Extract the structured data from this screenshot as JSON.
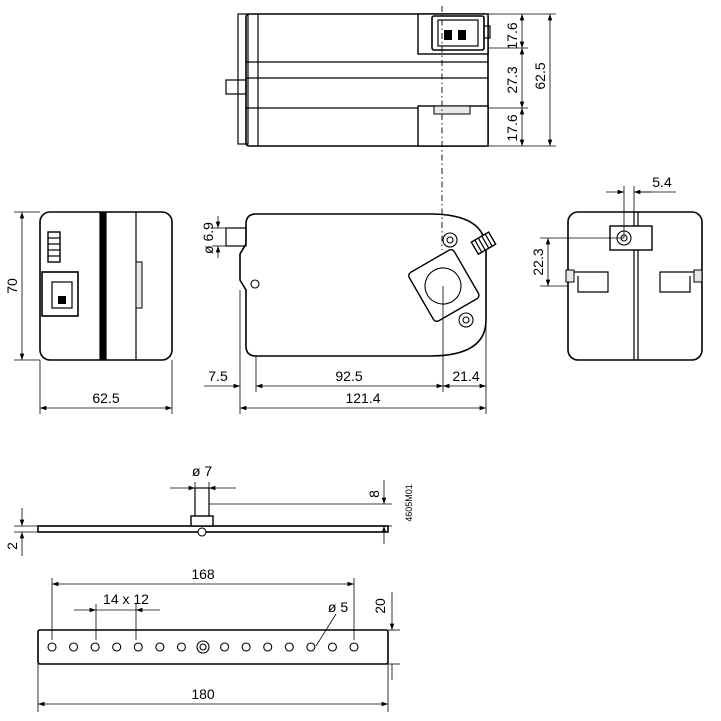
{
  "drawing": {
    "ref_code": "4605M01",
    "top_view": {
      "dims": [
        "17.6",
        "27.3",
        "17.6",
        "62.5"
      ]
    },
    "front_view": {
      "height": "70",
      "width": "62.5"
    },
    "side_view": {
      "shaft_dia": "ø 6.9",
      "segments": [
        "7.5",
        "92.5",
        "21.4"
      ],
      "total": "121.4"
    },
    "right_view": {
      "offset_x": "5.4",
      "offset_y": "22.3"
    },
    "bracket_side": {
      "pin_dia": "ø 7",
      "pin_height": "8",
      "thickness": "2"
    },
    "bracket_plan": {
      "hole_span": "168",
      "pitch": "14 x 12",
      "hole_dia": "ø 5",
      "width": "20",
      "length": "180"
    }
  }
}
